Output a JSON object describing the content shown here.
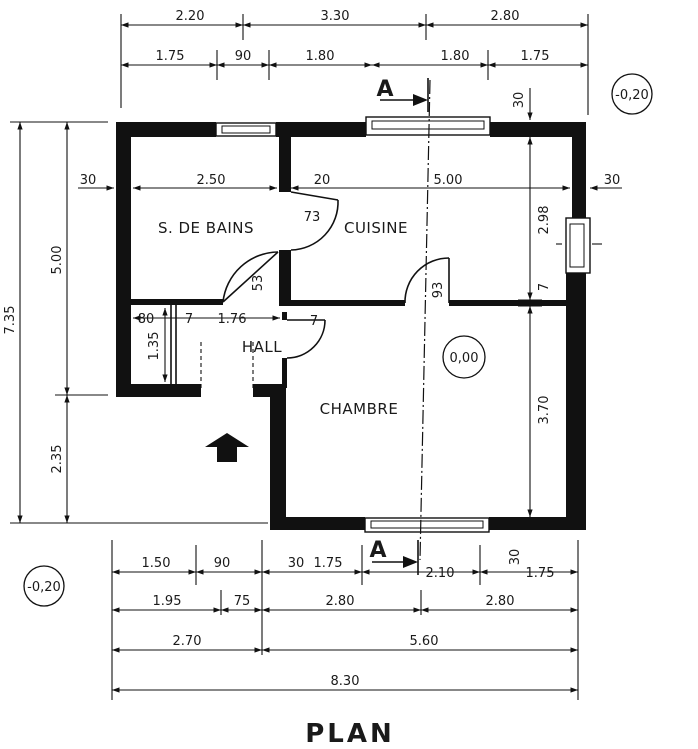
{
  "title": "PLAN",
  "rooms": {
    "bath": "S. DE BAINS",
    "kitchen": "CUISINE",
    "hall": "HALL",
    "bedroom": "CHAMBRE"
  },
  "levels": {
    "top_right": "-0,20",
    "bottom_left": "-0,20",
    "floor": "0,00"
  },
  "section_marks": {
    "top": "A",
    "bottom": "A"
  },
  "dimensions": {
    "top_row1": [
      "2.20",
      "3.30",
      "2.80"
    ],
    "top_row2": [
      "1.75",
      "90",
      "1.80",
      "1.80",
      "1.75"
    ],
    "top_wall": "30",
    "left_outer": "7.35",
    "left_inner_top": "5.00",
    "left_inner_bottom": "2.35",
    "left_wall": "30",
    "right_wall": "30",
    "bath_width": "2.50",
    "kitchen_wall": "20",
    "kitchen_width": "5.00",
    "kitchen_door": "73",
    "bath_door": "53",
    "bedroom_door": "93",
    "right_upper": "2.98",
    "right_partition": "7",
    "right_lower": "3.70",
    "hall_left": "80",
    "hall_wall_a": "7",
    "hall_width": "1.76",
    "hall_wall_b": "7",
    "hall_depth": "1.35",
    "bottom_row1": [
      "1.50",
      "90",
      "30",
      "1.75",
      "2.10",
      "30",
      "1.75"
    ],
    "bottom_row2": [
      "1.95",
      "75",
      "2.80",
      "2.80"
    ],
    "bottom_row3": [
      "2.70",
      "5.60"
    ],
    "bottom_total": "8.30"
  }
}
